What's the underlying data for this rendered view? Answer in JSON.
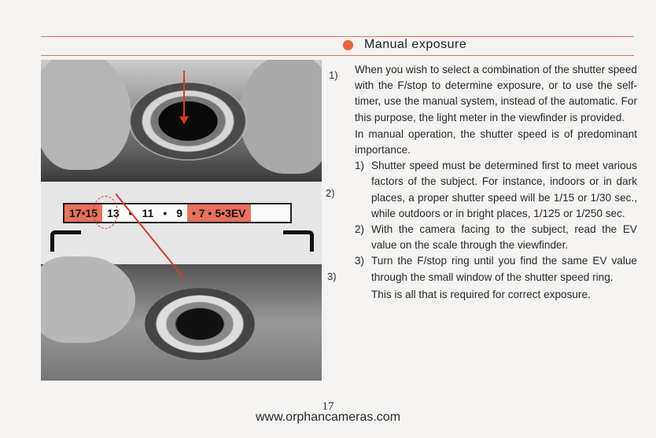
{
  "header": {
    "title": "Manual exposure"
  },
  "figure": {
    "markers": [
      "1)",
      "2)",
      "3)"
    ],
    "ev_scale": {
      "red_left": [
        "17•",
        "15"
      ],
      "middle": [
        "13",
        "•",
        "11",
        "•",
        "9"
      ],
      "red_right": [
        "•",
        "7",
        "•",
        "5•3",
        "EV"
      ]
    }
  },
  "body": {
    "intro": "When you wish to select a combination of the shutter speed with the F/stop to determine exposure, or to use the self-timer, use the manual system, instead of the automatic. For this purpose, the light meter in the viewfinder is provided.",
    "para2": "In manual operation, the shutter speed is of predominant importance.",
    "steps": [
      {
        "num": "1)",
        "text": "Shutter speed must be determined first to meet various factors of the subject. For instance, indoors or in dark places, a proper shutter speed will be 1/15 or 1/30 sec., while outdoors or in bright places, 1/125 or 1/250 sec."
      },
      {
        "num": "2)",
        "text": "With the camera facing to the subject, read the EV value on the scale through the viewfinder."
      },
      {
        "num": "3)",
        "text": "Turn the F/stop ring until you find the same EV value through the small window of the shutter speed ring."
      }
    ],
    "closing": "This is all that is required for correct exposure."
  },
  "footer": {
    "page_number": "17",
    "website": "www.orphancameras.com"
  }
}
